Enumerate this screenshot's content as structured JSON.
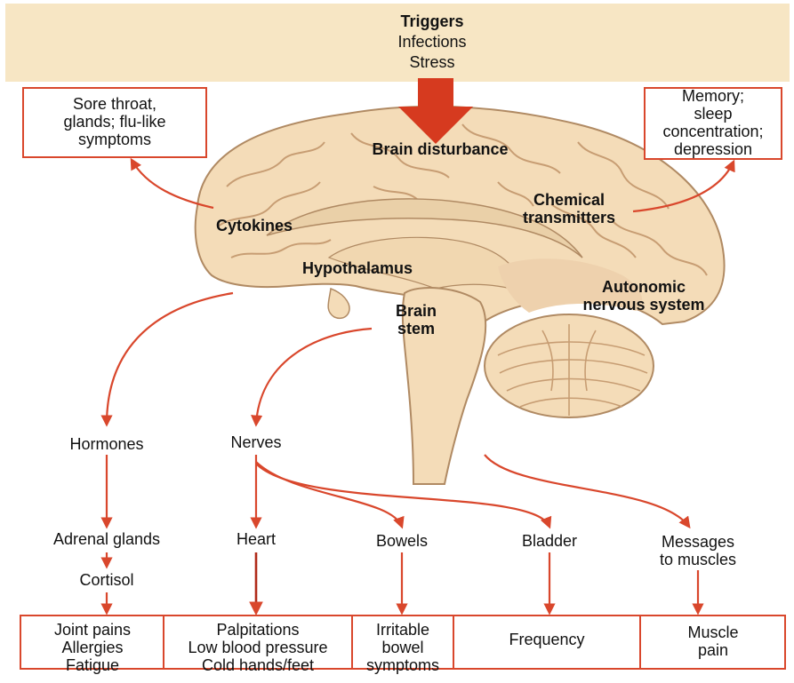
{
  "triggers": {
    "title": "Triggers",
    "line1": "Infections",
    "line2": "Stress"
  },
  "brain_labels": {
    "brain_disturbance": "Brain disturbance",
    "cytokines": "Cytokines",
    "chemical_transmitters": "Chemical\ntransmitters",
    "hypothalamus": "Hypothalamus",
    "autonomic": "Autonomic\nnervous system",
    "brain_stem": "Brain\nstem"
  },
  "side_boxes": {
    "left": "Sore throat,\nglands; flu-like\nsymptoms",
    "right": "Memory;\nsleep\nconcentration;\ndepression"
  },
  "pathway": {
    "hormones": "Hormones",
    "nerves": "Nerves",
    "adrenal_glands": "Adrenal glands",
    "cortisol": "Cortisol",
    "heart": "Heart",
    "bowels": "Bowels",
    "bladder": "Bladder",
    "messages_to_muscles": "Messages\nto muscles"
  },
  "symptoms": {
    "hormonal": "Joint pains\nAllergies\nFatigue",
    "heart": "Palpitations\nLow blood pressure\nCold hands/feet",
    "bowel": "Irritable\nbowel\nsymptoms",
    "bladder": "Frequency",
    "muscle": "Muscle\npain"
  },
  "colors": {
    "banner": "#f7e6c4",
    "brain_fill": "#f4dcb8",
    "brain_outline": "#b08a63",
    "arrow": "#d9472c",
    "trigger_arrow": "#d63a1f"
  }
}
